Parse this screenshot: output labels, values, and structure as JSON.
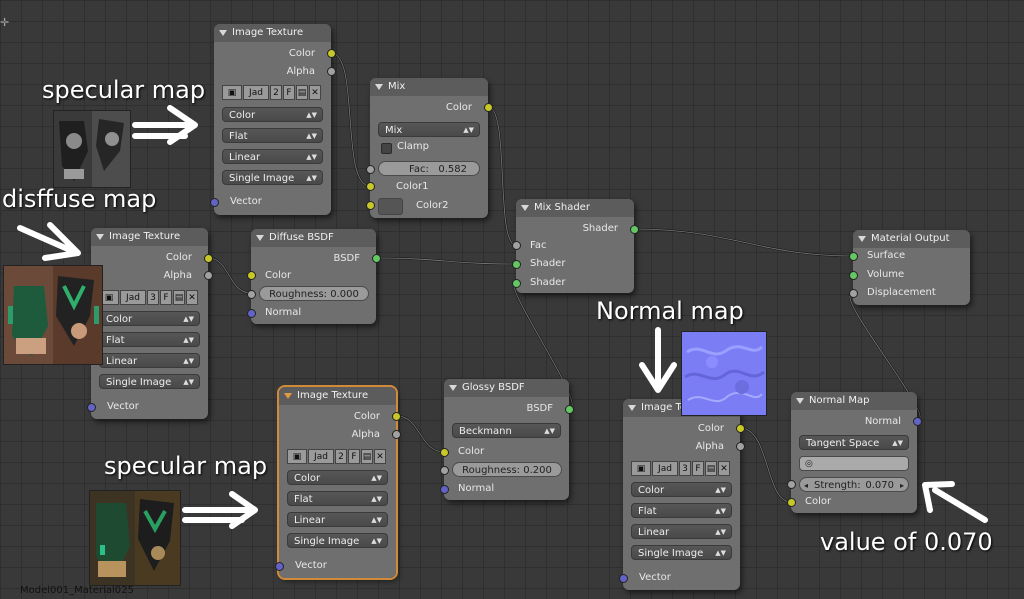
{
  "annotations": {
    "specular_top": "specular map",
    "diffuse": "disffuse map",
    "specular_bottom": "specular map",
    "normal": "Normal map",
    "value_note": "value of 0.070"
  },
  "footer": "Model001_Material025",
  "nodes": {
    "img_tex_1": {
      "title": "Image Texture",
      "out_color": "Color",
      "out_alpha": "Alpha",
      "img_name": "Jad",
      "users": "2",
      "fake": "F",
      "color_space": "Color",
      "projection": "Flat",
      "interpolation": "Linear",
      "source": "Single Image",
      "in_vector": "Vector"
    },
    "mix": {
      "title": "Mix",
      "out_color": "Color",
      "blend": "Mix",
      "clamp": "Clamp",
      "fac_label": "Fac:",
      "fac_value": "0.582",
      "in_color1": "Color1",
      "in_color2": "Color2"
    },
    "img_tex_2": {
      "title": "Image Texture",
      "out_color": "Color",
      "out_alpha": "Alpha",
      "img_name": "Jad",
      "users": "3",
      "fake": "F",
      "color_space": "Color",
      "projection": "Flat",
      "interpolation": "Linear",
      "source": "Single Image",
      "in_vector": "Vector"
    },
    "diffuse": {
      "title": "Diffuse BSDF",
      "out_bsdf": "BSDF",
      "in_color": "Color",
      "roughness": "Roughness: 0.000",
      "in_normal": "Normal"
    },
    "mix_shader": {
      "title": "Mix Shader",
      "out_shader": "Shader",
      "in_fac": "Fac",
      "in_shader1": "Shader",
      "in_shader2": "Shader"
    },
    "material_output": {
      "title": "Material Output",
      "surface": "Surface",
      "volume": "Volume",
      "displacement": "Displacement"
    },
    "img_tex_3": {
      "title": "Image Texture",
      "out_color": "Color",
      "out_alpha": "Alpha",
      "img_name": "Jad",
      "users": "2",
      "fake": "F",
      "color_space": "Color",
      "projection": "Flat",
      "interpolation": "Linear",
      "source": "Single Image",
      "in_vector": "Vector"
    },
    "glossy": {
      "title": "Glossy BSDF",
      "out_bsdf": "BSDF",
      "distribution": "Beckmann",
      "in_color": "Color",
      "roughness": "Roughness:  0.200",
      "in_normal": "Normal"
    },
    "img_tex_4": {
      "title": "Image Texture",
      "out_color": "Color",
      "out_alpha": "Alpha",
      "img_name": "Jad",
      "users": "3",
      "fake": "F",
      "color_space": "Color",
      "projection": "Flat",
      "interpolation": "Linear",
      "source": "Single Image",
      "in_vector": "Vector"
    },
    "normal_map": {
      "title": "Normal Map",
      "out_normal": "Normal",
      "space": "Tangent Space",
      "strength_label": "Strength:",
      "strength_value": "0.070",
      "in_color": "Color"
    }
  },
  "colors": {
    "socket_color": "#c7c729",
    "socket_gray": "#a1a1a1",
    "socket_vector": "#6363c7",
    "socket_shader": "#63c763",
    "active_outline": "#d18a3a"
  }
}
